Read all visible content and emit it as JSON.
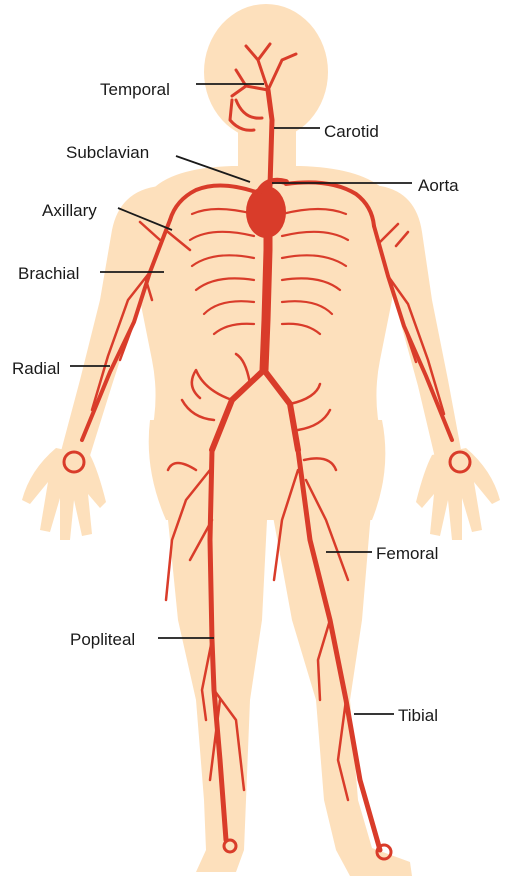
{
  "colors": {
    "background": "#ffffff",
    "skin": "#fde0bc",
    "artery": "#d93c2a",
    "label_text": "#1a1a1a"
  },
  "labels": {
    "temporal": "Temporal",
    "carotid": "Carotid",
    "subclavian": "Subclavian",
    "aorta": "Aorta",
    "axillary": "Axillary",
    "brachial": "Brachial",
    "radial": "Radial",
    "femoral": "Femoral",
    "popliteal": "Popliteal",
    "tibial": "Tibial"
  }
}
